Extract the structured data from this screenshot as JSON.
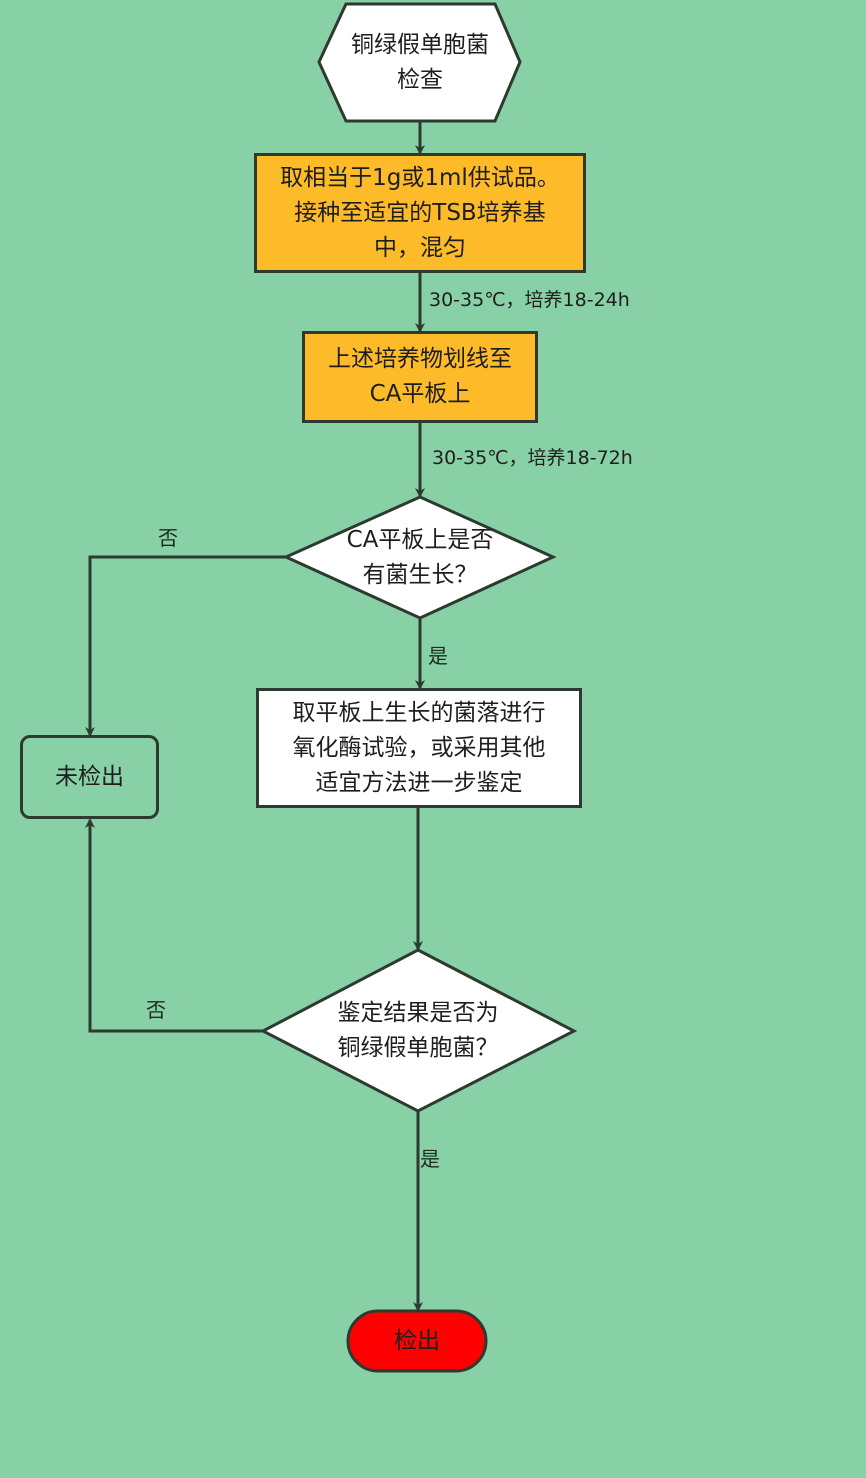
{
  "diagram": {
    "title": "铜绿假单胞菌检查流程",
    "colors": {
      "background": "#88d0a6",
      "process_fill": "#fdbb2a",
      "terminal_fill": "#ff0000",
      "box_fill": "#ffffff",
      "stroke": "#2d3a30"
    },
    "nodes": {
      "start": "铜绿假单胞菌\n检查",
      "step1": "取相当于1g或1ml供试品。\n接种至适宜的TSB培养基\n中，混匀",
      "step2": "上述培养物划线至\nCA平板上",
      "decision1": "CA平板上是否\n有菌生长？",
      "step3": "取平板上生长的菌落进行\n氧化酶试验，或采用其他\n适宜方法进一步鉴定",
      "decision2": "鉴定结果是否为\n铜绿假单胞菌？",
      "not_detected": "未检出",
      "detected": "检出"
    },
    "edge_labels": {
      "incubate1": "30-35℃，培养18-24h",
      "incubate2": "30-35℃，培养18-72h",
      "d1_no": "否",
      "d1_yes": "是",
      "d2_no": "否",
      "d2_yes": "是"
    }
  }
}
